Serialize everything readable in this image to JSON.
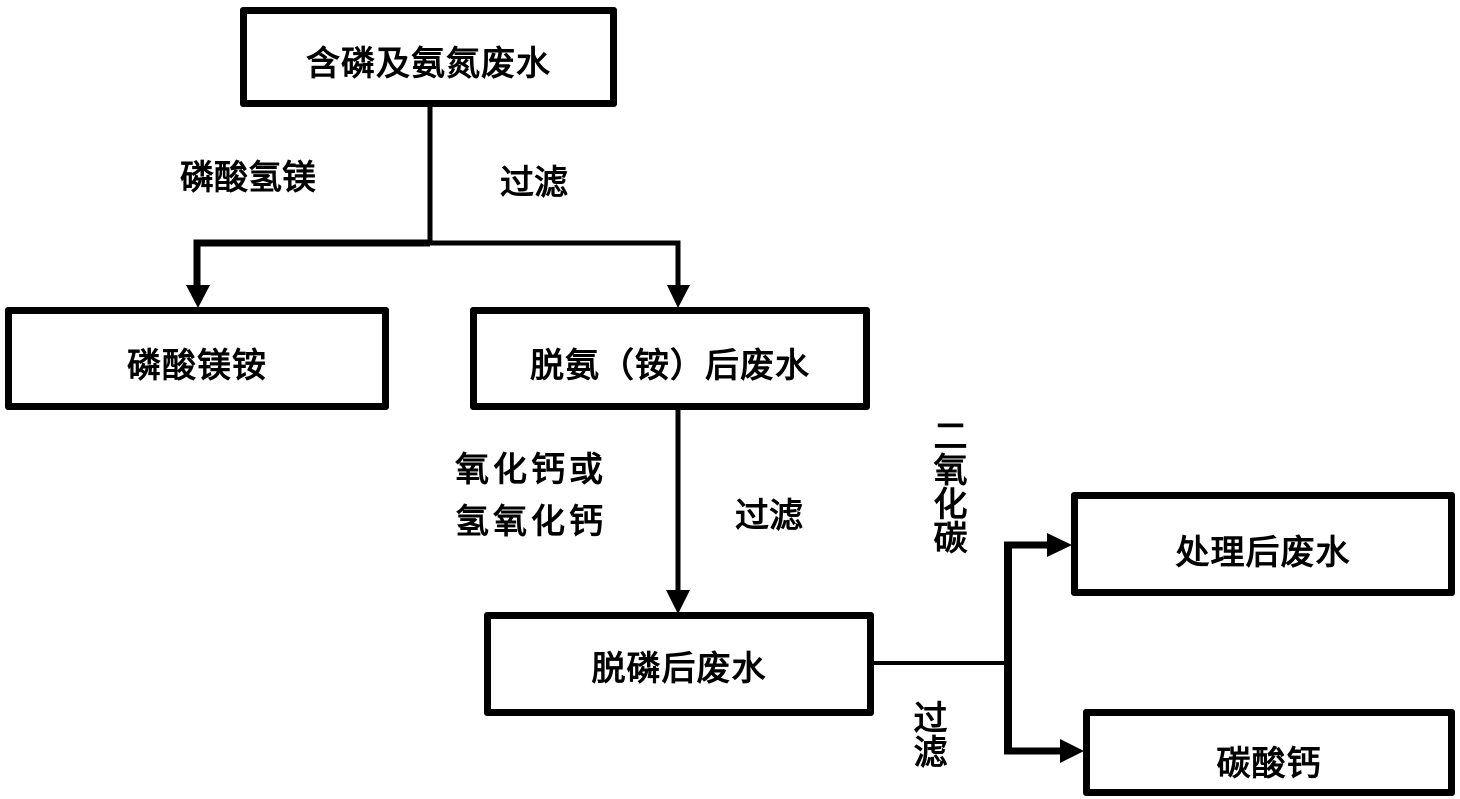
{
  "diagram": {
    "nodes": {
      "source": "含磷及氨氮废水",
      "struvite": "磷酸镁铵",
      "deammoniated": "脱氨（铵）后废水",
      "dephosphorized": "脱磷后废水",
      "treated": "处理后废水",
      "calcium_carbonate": "碳酸钙"
    },
    "edge_labels": {
      "reagent_1": "磷酸氢镁",
      "filter_1": "过滤",
      "reagent_2_line1": "氧化钙或",
      "reagent_2_line2": "氢氧化钙",
      "filter_2": "过滤",
      "reagent_3": "二氧化碳",
      "filter_3": "过滤"
    },
    "edges": [
      {
        "from": "source",
        "to": "struvite"
      },
      {
        "from": "source",
        "to": "deammoniated"
      },
      {
        "from": "deammoniated",
        "to": "dephosphorized"
      },
      {
        "from": "dephosphorized",
        "to": "treated"
      },
      {
        "from": "dephosphorized",
        "to": "calcium_carbonate"
      }
    ]
  }
}
